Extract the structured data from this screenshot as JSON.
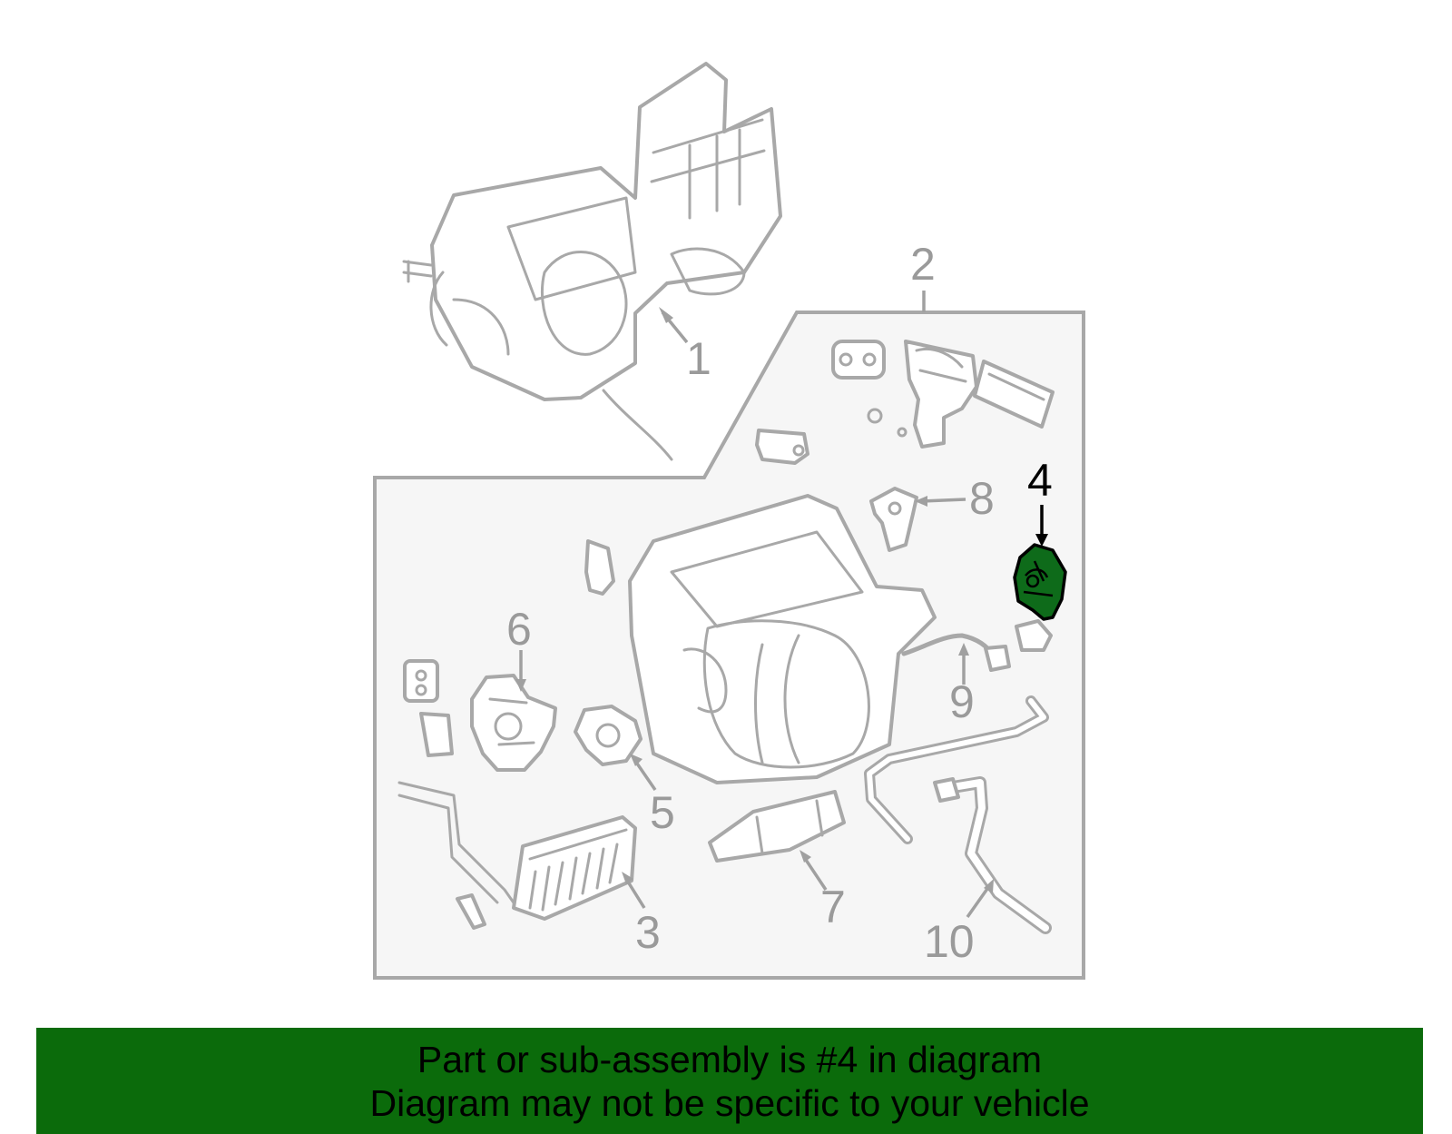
{
  "diagram": {
    "callouts": [
      {
        "id": "1",
        "label": "1"
      },
      {
        "id": "2",
        "label": "2"
      },
      {
        "id": "3",
        "label": "3"
      },
      {
        "id": "4",
        "label": "4",
        "highlighted": true
      },
      {
        "id": "5",
        "label": "5"
      },
      {
        "id": "6",
        "label": "6"
      },
      {
        "id": "7",
        "label": "7"
      },
      {
        "id": "8",
        "label": "8"
      },
      {
        "id": "9",
        "label": "9"
      },
      {
        "id": "10",
        "label": "10"
      }
    ],
    "colors": {
      "outline": "#a8a8a8",
      "highlight_part": "#0e6b1a",
      "highlight_label": "#000000",
      "box_fill": "#f6f6f6",
      "banner": "#0b6b0b"
    }
  },
  "banner": {
    "line1": "Part or sub-assembly is #4 in diagram",
    "line2": "Diagram may not be specific to your vehicle"
  }
}
